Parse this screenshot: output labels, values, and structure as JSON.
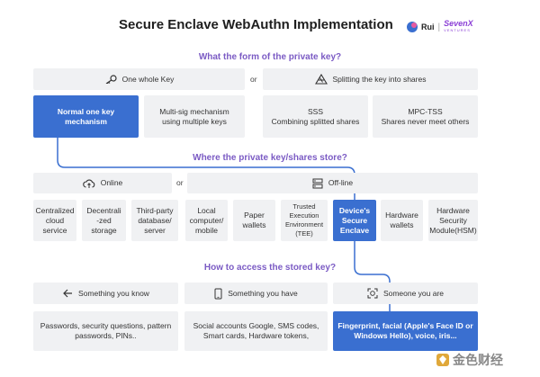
{
  "title": "Secure Enclave WebAuthn Implementation",
  "brand": {
    "rui": "Rui",
    "sevenx": "SevenX",
    "sevenx_sub": "VENTURES"
  },
  "sections": {
    "q1": "What the form of the private key?",
    "q2": "Where the private key/shares store?",
    "q3": "How to access the stored key?"
  },
  "or_label": "or",
  "key_form": {
    "whole": "One whole Key",
    "split": "Splitting the key into shares",
    "options": [
      "Normal one key\nmechanism",
      "Multi-sig mechanism\nusing multiple keys",
      "SSS\nCombining splitted shares",
      "MPC-TSS\nShares never meet others"
    ]
  },
  "store": {
    "online": "Online",
    "offline": "Off-line",
    "options": [
      "Centralized\ncloud\nservice",
      "Decentrali\n-zed\nstorage",
      "Third-party\ndatabase/\nserver",
      "Local\ncomputer/\nmobile",
      "Paper\nwallets",
      "Trusted\nExecution\nEnvironment\n(TEE)",
      "Device's\nSecure\nEnclave",
      "Hardware\nwallets",
      "Hardware\nSecurity\nModule(HSM)"
    ]
  },
  "access": {
    "know": "Something you know",
    "have": "Something you have",
    "are": "Someone you are",
    "know_desc": "Passwords, security questions, pattern\npasswords, PINs..",
    "have_desc": "Social accounts Google, SMS codes,\nSmart cards, Hardware tokens,",
    "are_desc": "Fingerprint, facial (Apple's Face ID or\nWindows Hello), voice, iris..."
  },
  "watermark": "金色财经",
  "colors": {
    "accent": "#3a6fd0",
    "question": "#7b5bc4",
    "box": "#f0f1f3"
  },
  "icons": [
    "key-icon",
    "split-icon",
    "cloud-icon",
    "server-icon",
    "arrow-left-icon",
    "phone-icon",
    "face-scan-icon"
  ]
}
